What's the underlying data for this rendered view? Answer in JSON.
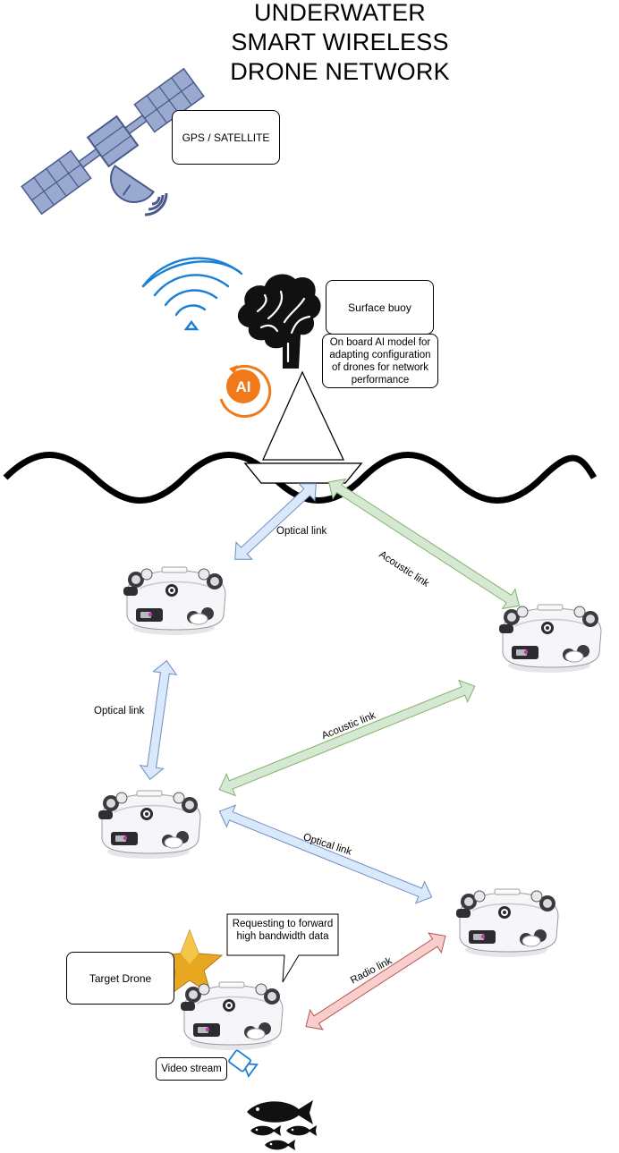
{
  "title": {
    "line1": "UNDERWATER",
    "line2": "SMART WIRELESS",
    "line3": "DRONE NETWORK"
  },
  "boxes": {
    "gps": "GPS / SATELLITE",
    "buoy": "Surface buoy",
    "ai_model": "On board AI model for adapting configuration of drones for network performance",
    "target": "Target Drone",
    "request": "Requesting to forward high bandwidth data",
    "video": "Video stream"
  },
  "links": {
    "optical_buoy": "Optical link",
    "acoustic_buoy": "Acoustic link",
    "optical_left": "Optical link",
    "acoustic_mid": "Acoustic link",
    "optical_mid": "Optical link",
    "radio": "Radio link"
  },
  "icons": {
    "ai_badge": "AI"
  },
  "colors": {
    "optical": "#dae8fc",
    "optical_stroke": "#6c8ebf",
    "acoustic": "#d5e8d4",
    "acoustic_stroke": "#82b366",
    "radio": "#f8cecc",
    "radio_stroke": "#b85450",
    "wifi": "#1a7fd4",
    "ai": "#f07a1a"
  }
}
